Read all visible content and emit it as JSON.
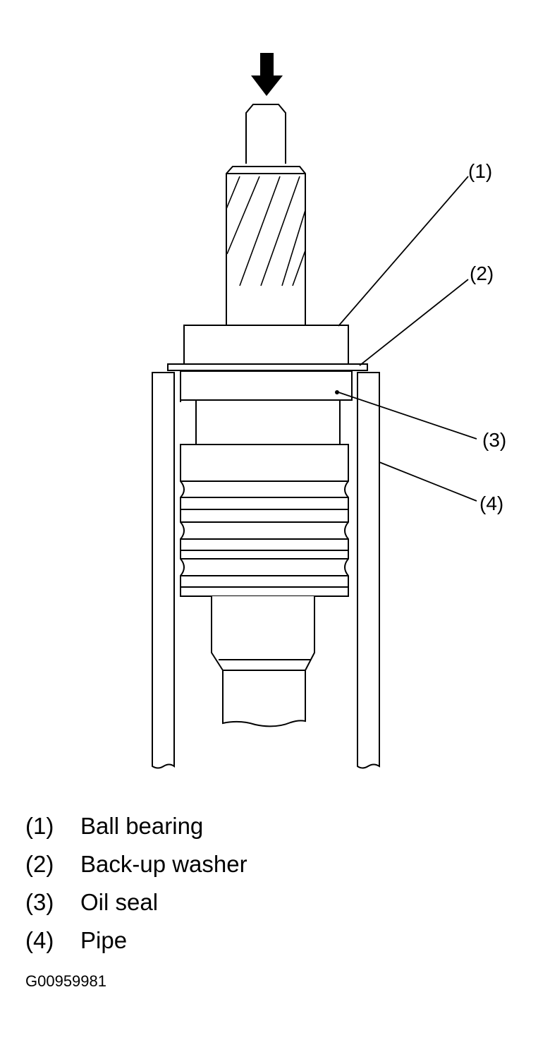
{
  "diagram": {
    "callouts": [
      {
        "id": "callout-1",
        "label": "(1)"
      },
      {
        "id": "callout-2",
        "label": "(2)"
      },
      {
        "id": "callout-3",
        "label": "(3)"
      },
      {
        "id": "callout-4",
        "label": "(4)"
      }
    ]
  },
  "legend": [
    {
      "number": "(1)",
      "text": "Ball bearing"
    },
    {
      "number": "(2)",
      "text": "Back-up washer"
    },
    {
      "number": "(3)",
      "text": "Oil seal"
    },
    {
      "number": "(4)",
      "text": "Pipe"
    }
  ],
  "figure_code": "G00959981"
}
